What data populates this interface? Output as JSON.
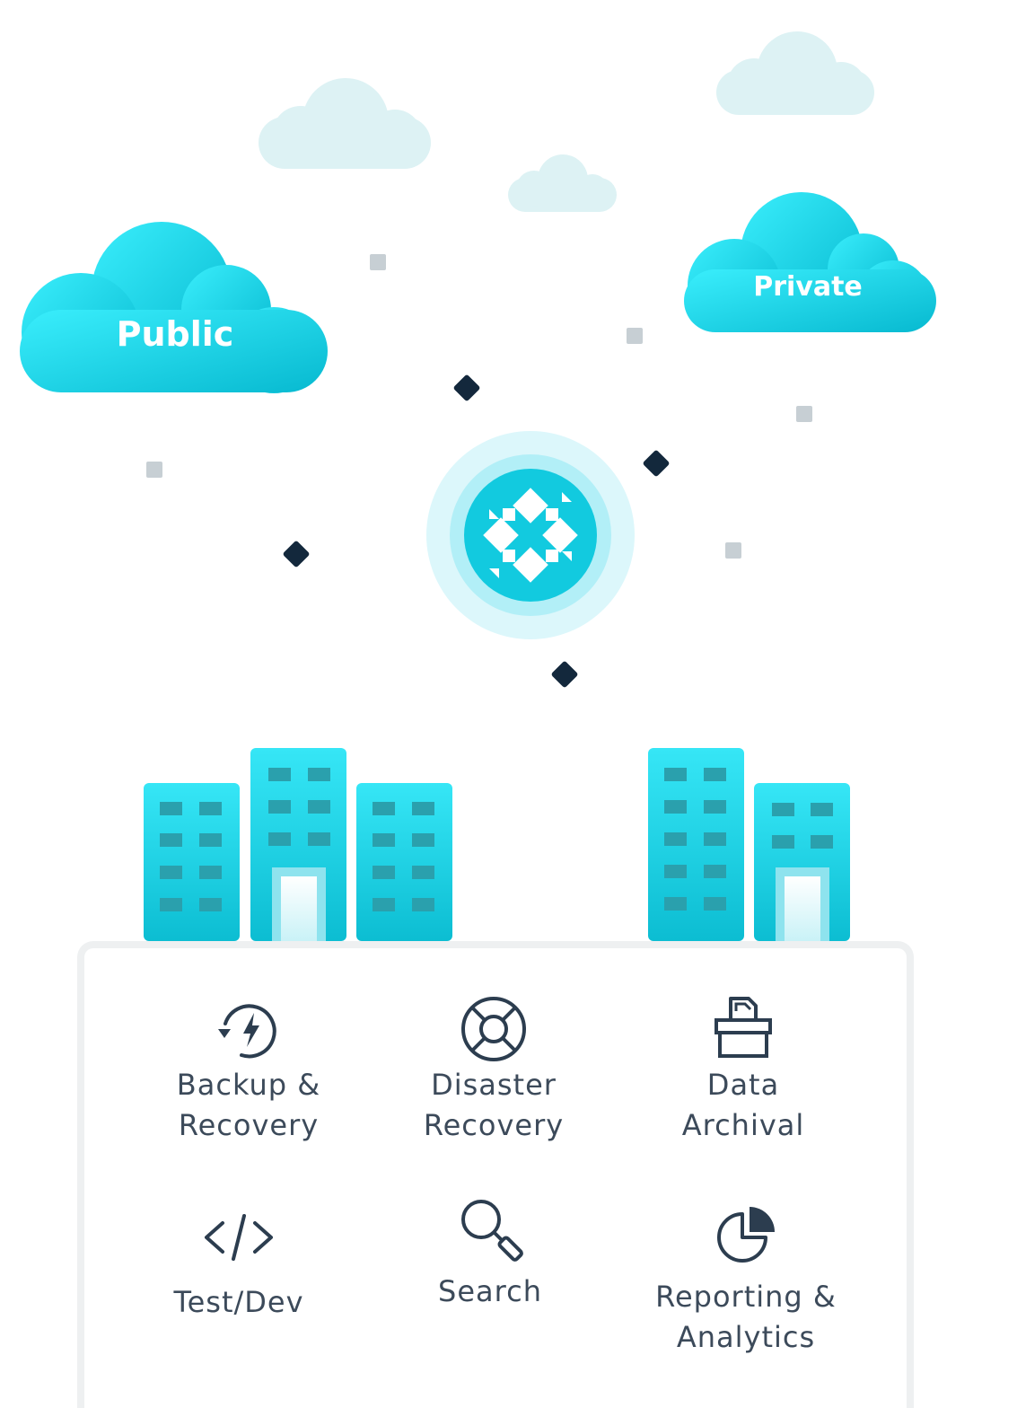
{
  "clouds": {
    "public_label": "Public",
    "private_label": "Private"
  },
  "features": [
    {
      "icon": "backup-recovery-icon",
      "line1": "Backup &",
      "line2": "Recovery"
    },
    {
      "icon": "lifebuoy-icon",
      "line1": "Disaster",
      "line2": "Recovery"
    },
    {
      "icon": "archive-box-icon",
      "line1": "Data",
      "line2": "Archival"
    },
    {
      "icon": "code-icon",
      "line1": "Test/Dev",
      "line2": ""
    },
    {
      "icon": "search-icon",
      "line1": "Search",
      "line2": ""
    },
    {
      "icon": "pie-chart-icon",
      "line1": "Reporting &",
      "line2": "Analytics"
    }
  ],
  "colors": {
    "cloud_cyan": "#1ec8dc",
    "light_cloud": "#ddf2f4",
    "diamond": "#13283c",
    "square": "#c7cfd4",
    "building": "#1fc6da",
    "window": "#2aa0ad",
    "icon_stroke": "#2c3d4f",
    "text": "#3c4a5a"
  }
}
